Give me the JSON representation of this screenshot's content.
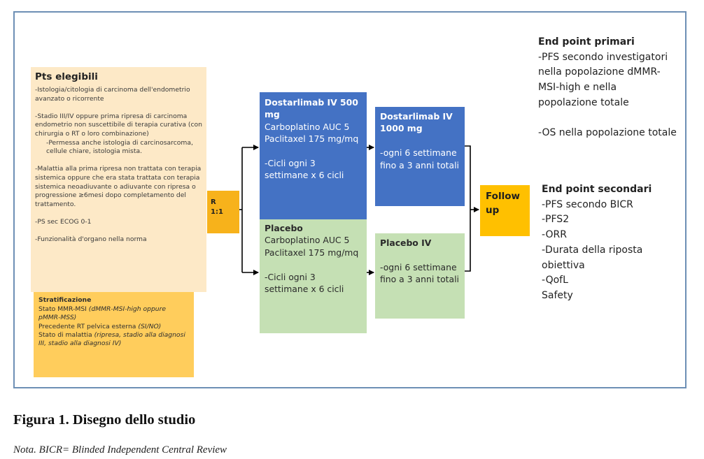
{
  "eligibility": {
    "title": "Pts elegibili",
    "items": [
      "-Istologia/citologia di carcinoma dell'endometrio avanzato o ricorrente",
      "-Stadio III/IV oppure prima ripresa di carcinoma endometrio non suscettibile di terapia curativa (con chirurgia o RT o loro combinazione)",
      "-Permessa anche istologia di carcinosarcoma, cellule chiare, istologia mista.",
      "-Malattia alla prima ripresa non trattata con terapia sistemica oppure che era stata trattata con terapia sistemica neoadiuvante o adiuvante con ripresa o progressione ≥6mesi dopo completamento del trattamento.",
      "-PS sec ECOG 0-1",
      "-Funzionalità d'organo nella norma"
    ]
  },
  "stratification": {
    "title": "Stratificazione",
    "lines": [
      {
        "normal": "Stato MMR-MSI ",
        "italic": "(dMMR-MSI-high oppure pMMR-MSS)"
      },
      {
        "normal": "Precedente RT pelvica esterna ",
        "italic": "(SI/NO)"
      },
      {
        "normal": "Stato di malattia ",
        "italic": "(ripresa, stadio alla diagnosi III, stadio alla diagnosi IV)"
      }
    ]
  },
  "randomization": {
    "line1": "R",
    "line2": "1:1"
  },
  "arm_a_induction": {
    "title": "Dostarlimab IV 500 mg",
    "drug1": "Carboplatino AUC 5",
    "drug2": "Paclitaxel 175 mg/mq",
    "schedule": "-Cicli ogni 3 settimane x 6 cicli"
  },
  "arm_a_maintenance": {
    "title": "Dostarlimab IV 1000 mg",
    "schedule": "-ogni 6 settimane fino a 3 anni totali"
  },
  "arm_b_induction": {
    "title": "Placebo",
    "drug1": "Carboplatino AUC 5",
    "drug2": "Paclitaxel 175 mg/mq",
    "schedule": "-Cicli ogni 3 settimane x 6 cicli"
  },
  "arm_b_maintenance": {
    "title": "Placebo IV",
    "schedule": "-ogni 6 settimane fino a 3 anni totali"
  },
  "follow_up": {
    "label": "Follow up"
  },
  "endpoints_primary": {
    "title": "End point primari",
    "item1": "-PFS secondo investigatori nella popolazione dMMR-MSI-high e nella popolazione totale",
    "item2": "-OS nella popolazione totale"
  },
  "endpoints_secondary": {
    "title": "End point secondari",
    "items": [
      "-PFS secondo BICR",
      "-PFS2",
      "-ORR",
      "-Durata della riposta obiettiva",
      "-QofL",
      "Safety"
    ]
  },
  "caption": "Figura 1. Disegno dello studio",
  "note": "Nota. BICR= Blinded Independent Central Review",
  "colors": {
    "frame_border": "#6d8fb5",
    "eligibility_bg": "#fde9c7",
    "stratification_bg": "#ffcd5c",
    "randomization_bg": "#f7b21b",
    "dostarlimab_bg": "#4472c4",
    "placebo_bg": "#c5e0b4",
    "follow_up_bg": "#ffc000"
  }
}
